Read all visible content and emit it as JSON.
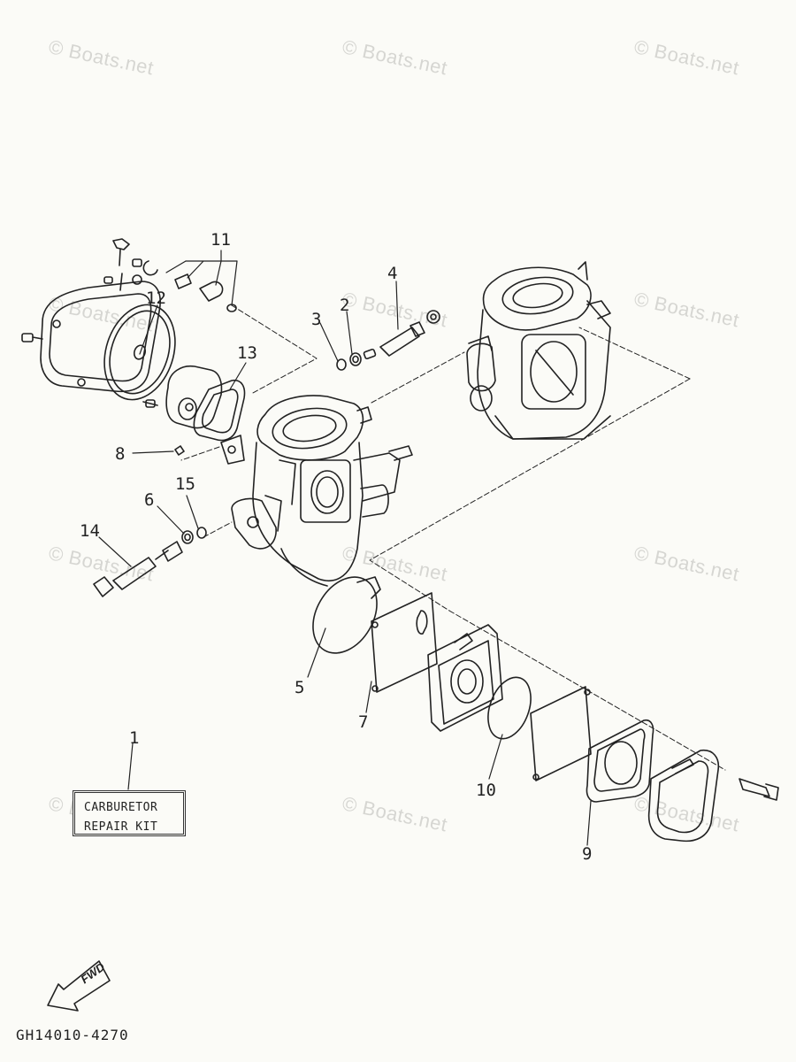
{
  "watermark": "© Boats.net",
  "callouts": {
    "c1": "1",
    "c2": "2",
    "c3": "3",
    "c4": "4",
    "c5": "5",
    "c6": "6",
    "c7": "7",
    "c8": "8",
    "c9": "9",
    "c10": "10",
    "c11": "11",
    "c12": "12",
    "c13": "13",
    "c14": "14",
    "c15": "15"
  },
  "kit_label": {
    "line1": "CARBURETOR",
    "line2": "REPAIR  KIT"
  },
  "fwd_label": "FWD",
  "diagram_code": "GH14010-4270",
  "colors": {
    "ink": "#222222",
    "paper": "#fbfbf7",
    "watermark": "#d6d6d2"
  }
}
